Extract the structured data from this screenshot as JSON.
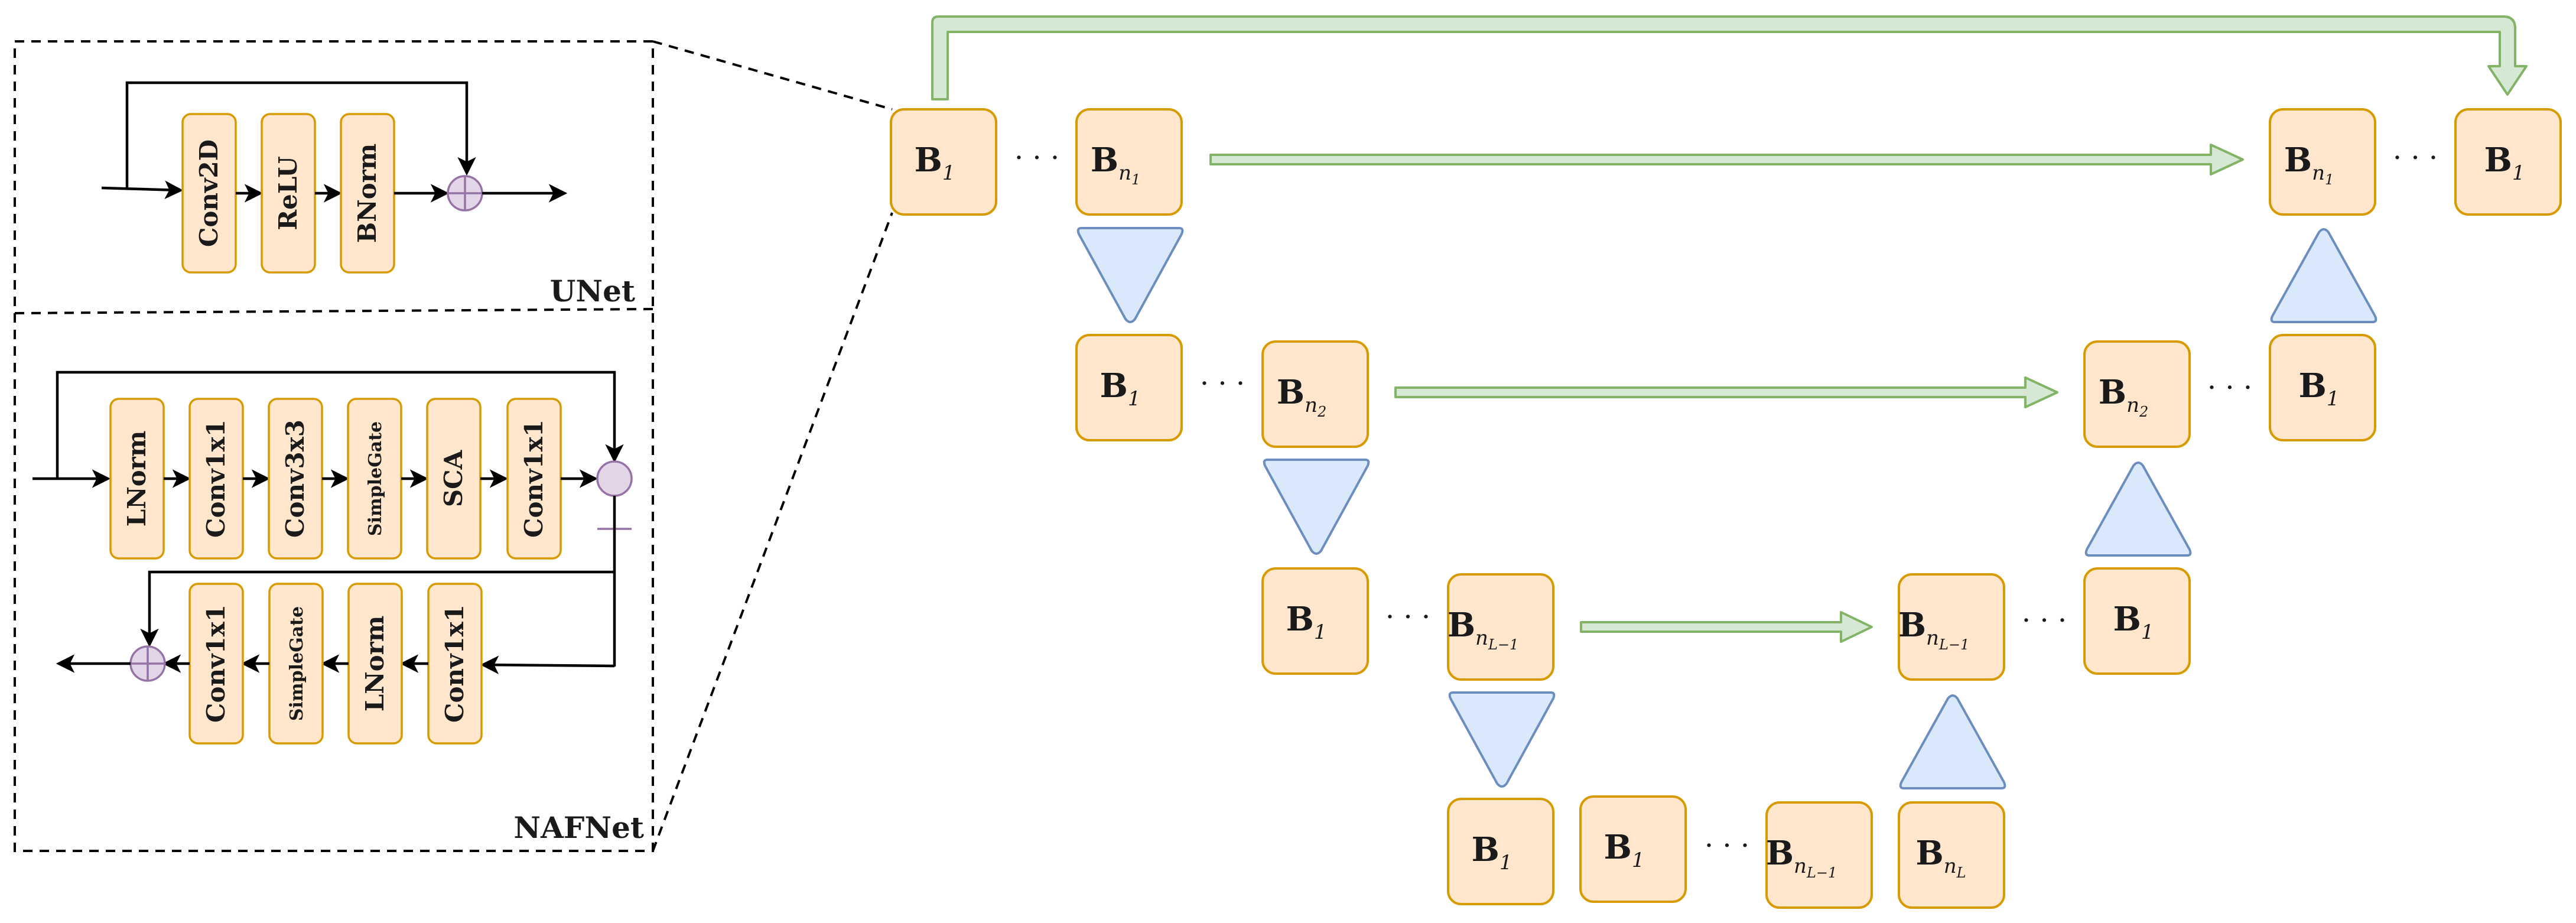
{
  "unet_panel": {
    "title": "UNet",
    "blocks": [
      "Conv2D",
      "ReLU",
      "BNorm"
    ]
  },
  "nafnet_panel": {
    "title": "NAFNet",
    "top_row": [
      "LNorm",
      "Conv1x1",
      "Conv3x3",
      "SimpleGate",
      "SCA",
      "Conv1x1"
    ],
    "bottom_row": [
      "Conv1x1",
      "SimpleGate",
      "LNorm",
      "Conv1x1"
    ]
  },
  "architecture": {
    "block_letter": "B",
    "ellipsis": "· · ·",
    "encoder_levels": [
      {
        "first_sub": "1",
        "last_sub": "n",
        "last_sub_index": "1"
      },
      {
        "first_sub": "1",
        "last_sub": "n",
        "last_sub_index": "2"
      },
      {
        "first_sub": "1",
        "last_sub": "n",
        "last_sub_index": "L−1"
      }
    ],
    "bottleneck": [
      {
        "sub": "1"
      },
      {
        "sub": "1"
      },
      {
        "sub": "n",
        "sub_index": "L−1"
      },
      {
        "sub": "n",
        "sub_index": "L"
      }
    ],
    "decoder_levels": [
      {
        "first_sub": "n",
        "first_sub_index": "1",
        "last_sub": "1"
      },
      {
        "first_sub": "n",
        "first_sub_index": "2",
        "last_sub": "1"
      },
      {
        "first_sub": "n",
        "first_sub_index": "L−1",
        "last_sub": "1"
      }
    ]
  },
  "colors": {
    "block_fill": "#ffe6cc",
    "block_stroke": "#d79b00",
    "sampler_fill": "#dae8fc",
    "sampler_stroke": "#6c8ebf",
    "skip_fill": "#d5e8d4",
    "skip_stroke": "#82b366",
    "sum_fill": "#e1d5e7",
    "sum_stroke": "#9673a6"
  }
}
